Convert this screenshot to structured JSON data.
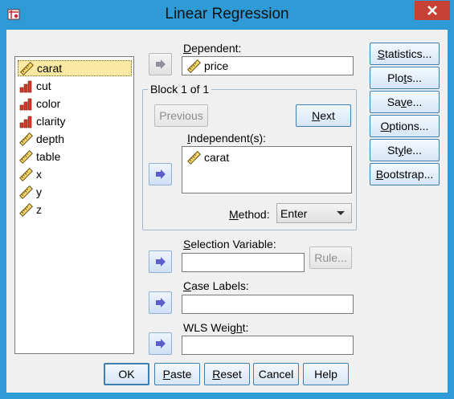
{
  "window": {
    "title": "Linear Regression"
  },
  "variables": [
    {
      "name": "carat",
      "icon": "ruler-icon",
      "selected": true
    },
    {
      "name": "cut",
      "icon": "ordinal-bar-icon",
      "selected": false
    },
    {
      "name": "color",
      "icon": "ordinal-bar-icon",
      "selected": false
    },
    {
      "name": "clarity",
      "icon": "ordinal-bar-icon",
      "selected": false
    },
    {
      "name": "depth",
      "icon": "ruler-icon",
      "selected": false
    },
    {
      "name": "table",
      "icon": "ruler-icon",
      "selected": false
    },
    {
      "name": "x",
      "icon": "ruler-icon",
      "selected": false
    },
    {
      "name": "y",
      "icon": "ruler-icon",
      "selected": false
    },
    {
      "name": "z",
      "icon": "ruler-icon",
      "selected": false
    }
  ],
  "dependent": {
    "label_pre": "",
    "label_key": "D",
    "label_post": "ependent:",
    "value": "price"
  },
  "block": {
    "title": "Block 1 of 1",
    "previous_label": "Previous",
    "next_key": "N",
    "next_post": "ext"
  },
  "independent": {
    "label_pre": "",
    "label_key": "I",
    "label_post": "ndependent(s):",
    "values": [
      "carat"
    ]
  },
  "method": {
    "label_key": "M",
    "label_post": "ethod:",
    "value": "Enter"
  },
  "selection_variable": {
    "label_key": "S",
    "label_post": "election Variable:",
    "value": "",
    "rule_label": "Rule..."
  },
  "case_labels": {
    "label_key": "C",
    "label_post": "ase Labels:",
    "value": ""
  },
  "wls_weight": {
    "label_pre": "WLS Weig",
    "label_key": "h",
    "label_post": "t:",
    "value": ""
  },
  "side_buttons": [
    {
      "key": "S",
      "post": "tatistics..."
    },
    {
      "pre": "Plo",
      "key": "t",
      "post": "s..."
    },
    {
      "pre": "Sa",
      "key": "v",
      "post": "e..."
    },
    {
      "key": "O",
      "post": "ptions..."
    },
    {
      "pre": "St",
      "key": "y",
      "post": "le..."
    },
    {
      "key": "B",
      "post": "ootstrap..."
    }
  ],
  "bottom_buttons": {
    "ok": "OK",
    "paste": {
      "key": "P",
      "post": "aste"
    },
    "reset": {
      "key": "R",
      "post": "eset"
    },
    "cancel": "Cancel",
    "help": "Help"
  },
  "colors": {
    "title_bar": "#2e9bd6",
    "close_button": "#c64036",
    "selection": "#fbe8a2",
    "arrow": "#5d5fc9"
  }
}
